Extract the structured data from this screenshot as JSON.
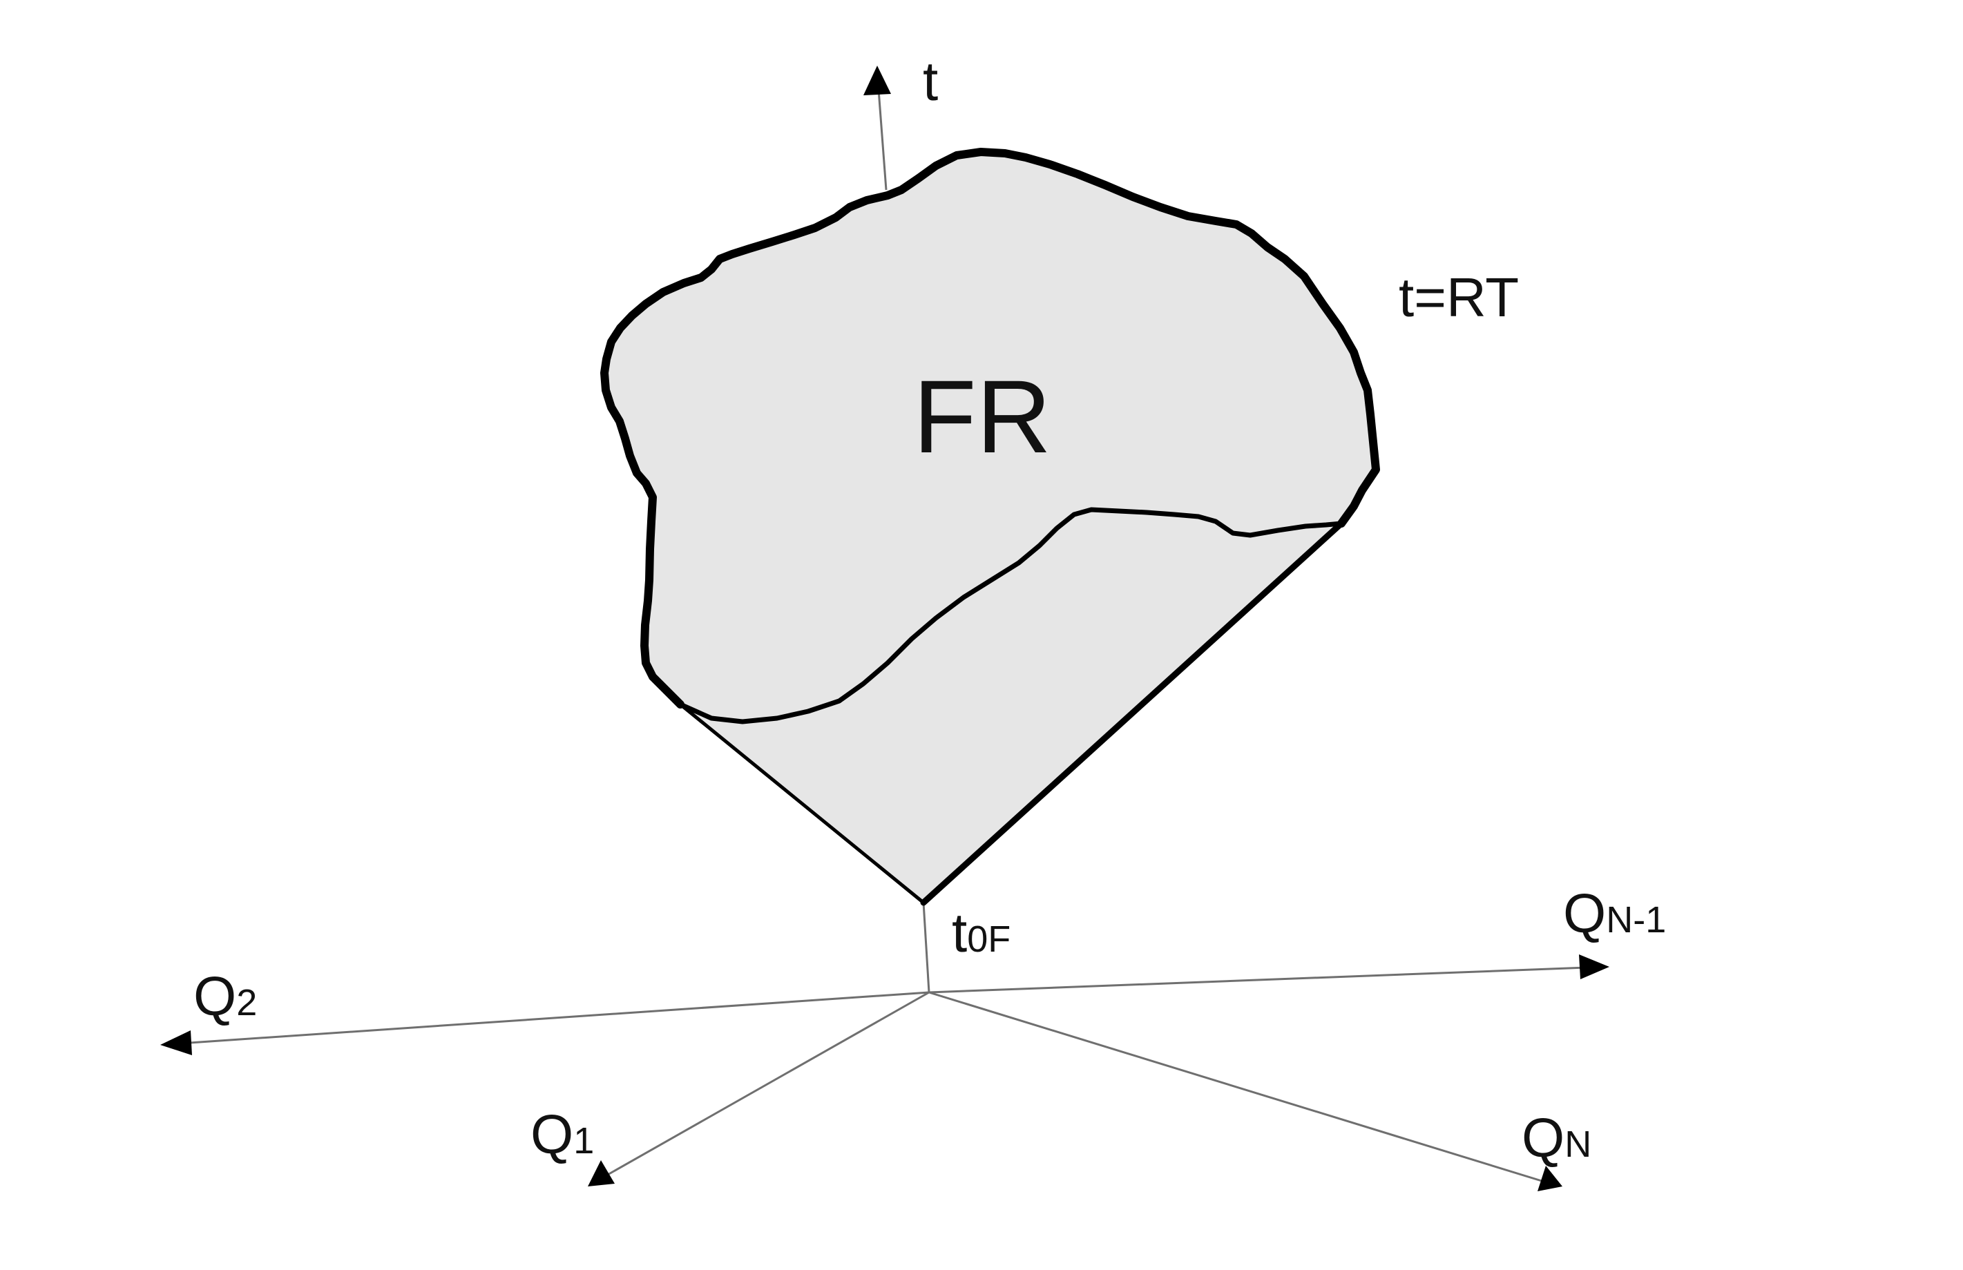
{
  "labels": {
    "t_axis": "t",
    "t_rt": "t=RT",
    "fr": "FR",
    "t0f_main": "t",
    "t0f_sub": "0F",
    "q2_main": "Q",
    "q2_sub": "2",
    "qn1_main": "Q",
    "qn1_sub": "N-1",
    "q1_main": "Q",
    "q1_sub": "1",
    "qn_main": "Q",
    "qn_sub": "N"
  },
  "colors": {
    "region_fill": "#e6e6e6",
    "outline": "#000000",
    "axis": "#6f6f6f"
  }
}
